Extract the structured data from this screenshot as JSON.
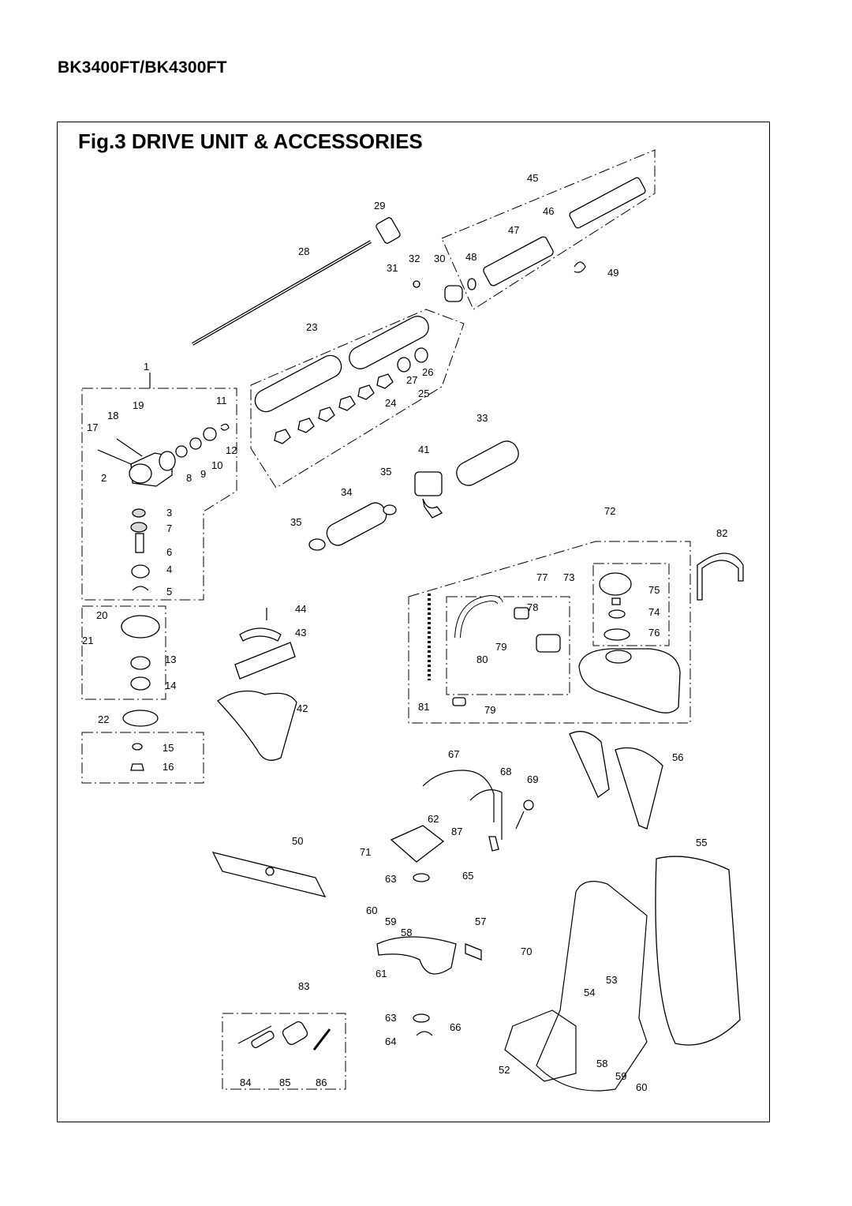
{
  "header": {
    "model": "BK3400FT/BK4300FT"
  },
  "figure": {
    "title": "Fig.3  DRIVE UNIT & ACCESSORIES"
  },
  "labels": {
    "l1": "1",
    "l2": "2",
    "l3": "3",
    "l4": "4",
    "l5": "5",
    "l6": "6",
    "l7": "7",
    "l8": "8",
    "l9": "9",
    "l10": "10",
    "l11": "11",
    "l12": "12",
    "l13": "13",
    "l14": "14",
    "l15": "15",
    "l16": "16",
    "l17": "17",
    "l18": "18",
    "l19": "19",
    "l20": "20",
    "l21": "21",
    "l22": "22",
    "l23": "23",
    "l24": "24",
    "l25": "25",
    "l26": "26",
    "l27": "27",
    "l28": "28",
    "l29": "29",
    "l30": "30",
    "l31": "31",
    "l32": "32",
    "l33": "33",
    "l34": "34",
    "l35a": "35",
    "l35b": "35",
    "l41": "41",
    "l42": "42",
    "l43": "43",
    "l44": "44",
    "l45": "45",
    "l46": "46",
    "l47": "47",
    "l48": "48",
    "l49": "49",
    "l50": "50",
    "l52": "52",
    "l53": "53",
    "l54": "54",
    "l55": "55",
    "l56": "56",
    "l57": "57",
    "l58a": "58",
    "l58b": "58",
    "l59a": "59",
    "l59b": "59",
    "l60a": "60",
    "l60b": "60",
    "l61": "61",
    "l62": "62",
    "l63a": "63",
    "l63b": "63",
    "l64": "64",
    "l65": "65",
    "l66": "66",
    "l67": "67",
    "l68": "68",
    "l69": "69",
    "l70": "70",
    "l71": "71",
    "l72": "72",
    "l73": "73",
    "l74": "74",
    "l75": "75",
    "l76": "76",
    "l77": "77",
    "l78": "78",
    "l79a": "79",
    "l79b": "79",
    "l80": "80",
    "l81": "81",
    "l82": "82",
    "l83": "83",
    "l84": "84",
    "l85": "85",
    "l86": "86",
    "l87": "87"
  }
}
